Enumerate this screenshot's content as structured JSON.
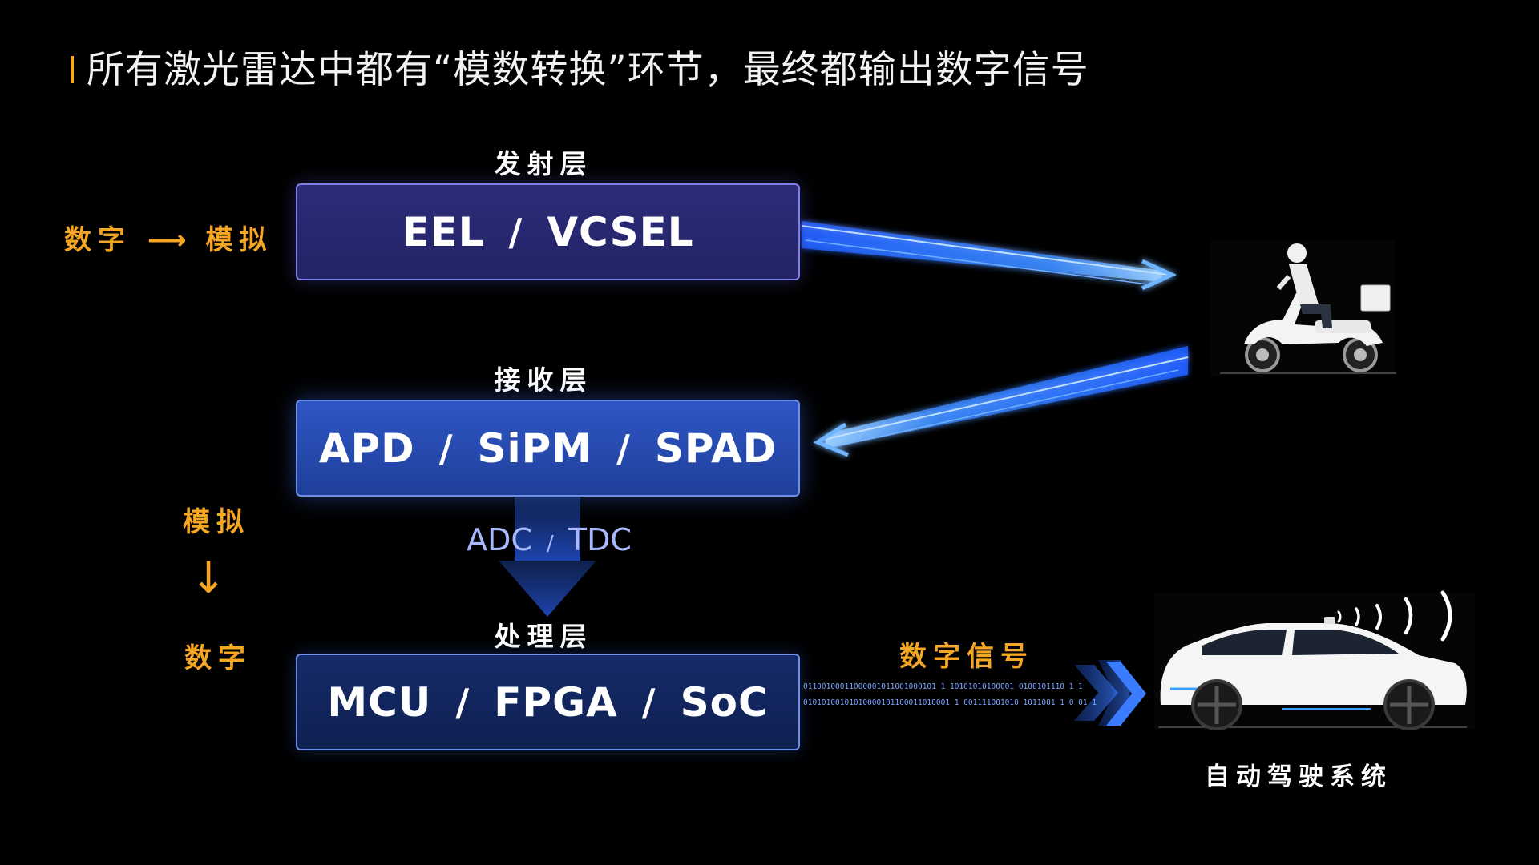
{
  "title": "所有激光雷达中都有“模数转换”环节，最终都输出数字信号",
  "layers": {
    "emit": {
      "label": "发射层",
      "parts": [
        "EEL",
        "VCSEL"
      ]
    },
    "receive": {
      "label": "接收层",
      "parts": [
        "APD",
        "SiPM",
        "SPAD"
      ]
    },
    "process": {
      "label": "处理层",
      "parts": [
        "MCU",
        "FPGA",
        "SoC"
      ]
    }
  },
  "separator": "/",
  "annotations": {
    "emit_conversion": {
      "from": "数字",
      "arrow": "⟶",
      "to": "模拟"
    },
    "receive_conversion": {
      "from": "模拟",
      "arrow": "↓",
      "to": "数字"
    },
    "adc": {
      "left": "ADC",
      "slash": "/",
      "right": "TDC"
    },
    "digital_signal": "数字信号",
    "autonomous_system": "自动驾驶系统"
  },
  "binary_stream": {
    "line1": "01100100011000001011001000101 1 10101010100001 0100101110  1  1",
    "line2": "01010100101010000101100011010001 1 001111001010 1011001 1 0  01 1"
  },
  "colors": {
    "accent": "#F5A623",
    "beam": "#2f7dff",
    "background": "#000000"
  },
  "icons": [
    "scooter-rider-icon",
    "autonomous-car-icon",
    "sensor-wave-icon"
  ]
}
